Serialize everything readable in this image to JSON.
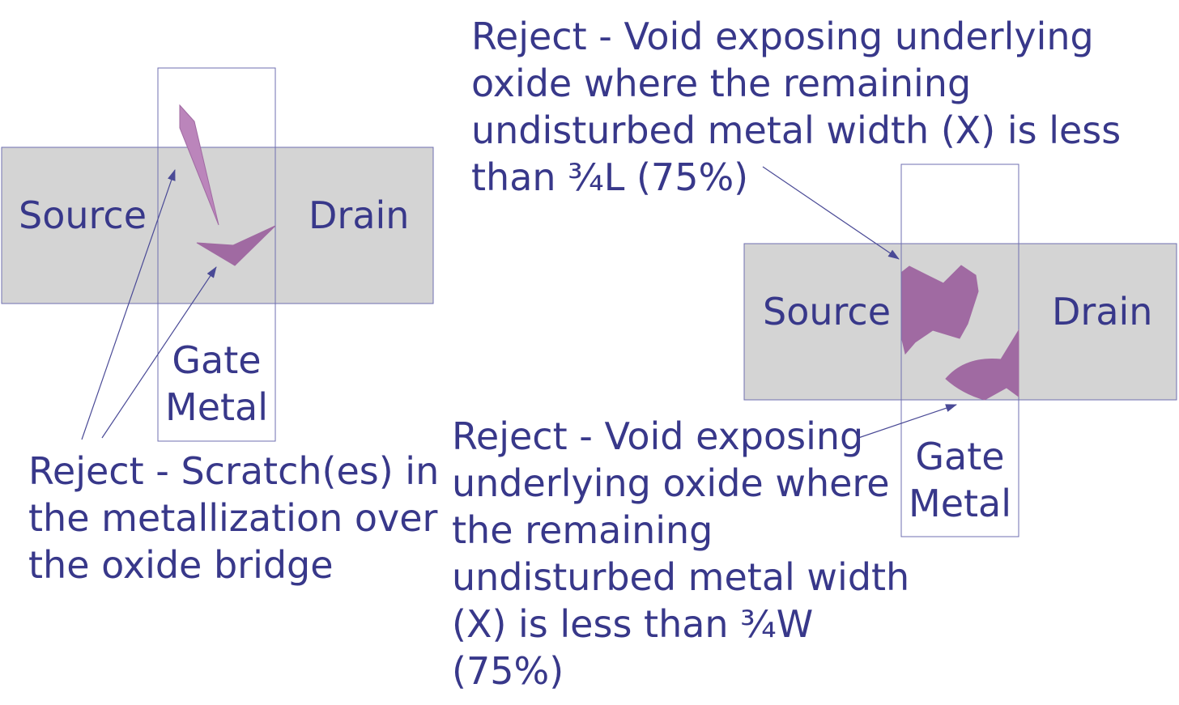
{
  "colors": {
    "text": "#38388a",
    "channel_fill": "#d4d4d4",
    "outline": "#6f6fb0",
    "defect": "#a06aa2",
    "defect_light": "#bb85bb",
    "arrow": "#4a4a96"
  },
  "left_device": {
    "source_label": "Source",
    "drain_label": "Drain",
    "gate_label": "Gate\nMetal",
    "callout": "Reject - Scratch(es) in\nthe metallization over\nthe oxide bridge"
  },
  "right_device": {
    "source_label": "Source",
    "drain_label": "Drain",
    "gate_label": "Gate\nMetal",
    "callout_top": "Reject - Void exposing underlying\noxide where the remaining\nundisturbed metal width (X) is less\nthan ¾L (75%)",
    "callout_bottom": "Reject - Void exposing\nunderlying oxide where\nthe remaining\nundisturbed metal width\n(X) is less than ¾W\n(75%)"
  }
}
